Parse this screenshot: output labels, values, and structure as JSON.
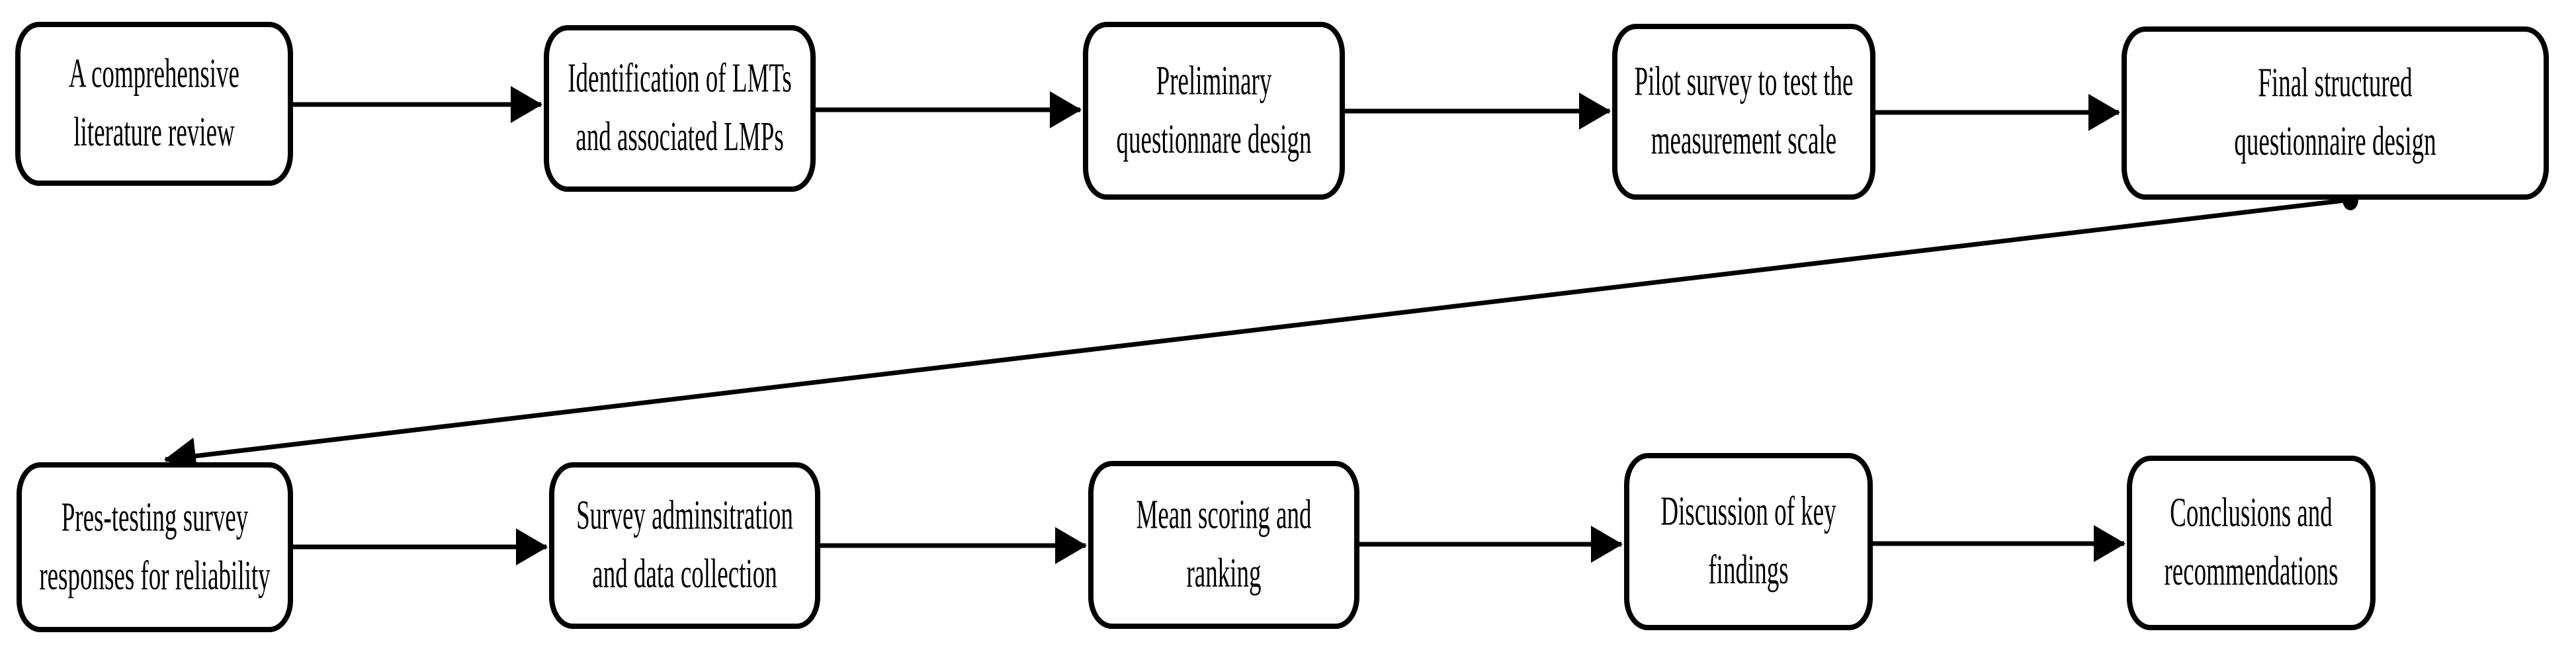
{
  "diagram": {
    "type": "flowchart",
    "background_color": "#ffffff",
    "stroke_color": "#000000",
    "node_fill_color": "#ffffff",
    "nodes": [
      {
        "id": "literature-review",
        "row": 1,
        "label": "A comprehensive\nliterature review"
      },
      {
        "id": "identification-lmts",
        "row": 1,
        "label": "Identification of LMTs\nand associated LMPs"
      },
      {
        "id": "preliminary-questionnaire",
        "row": 1,
        "label": "Preliminary\nquestionnare design"
      },
      {
        "id": "pilot-survey",
        "row": 1,
        "label": "Pilot survey to test the\nmeasurement scale"
      },
      {
        "id": "final-questionnaire",
        "row": 1,
        "label": "Final structured\nquestionnaire design"
      },
      {
        "id": "pretesting-reliability",
        "row": 2,
        "label": "Pres-testing survey\nresponses for reliability"
      },
      {
        "id": "survey-administration",
        "row": 2,
        "label": "Survey adminsitration\nand data collection"
      },
      {
        "id": "mean-scoring",
        "row": 2,
        "label": "Mean scoring and\nranking"
      },
      {
        "id": "discussion-findings",
        "row": 2,
        "label": "Discussion of key\nfindings"
      },
      {
        "id": "conclusions",
        "row": 2,
        "label": "Conclusions and\nrecommendations"
      }
    ],
    "edges": [
      {
        "from": "literature-review",
        "to": "identification-lmts",
        "style": "horizontal-arrow"
      },
      {
        "from": "identification-lmts",
        "to": "preliminary-questionnaire",
        "style": "horizontal-arrow"
      },
      {
        "from": "preliminary-questionnaire",
        "to": "pilot-survey",
        "style": "horizontal-arrow"
      },
      {
        "from": "pilot-survey",
        "to": "final-questionnaire",
        "style": "horizontal-arrow"
      },
      {
        "from": "final-questionnaire",
        "to": "pretesting-reliability",
        "style": "diagonal-arrow-with-junction-dot"
      },
      {
        "from": "pretesting-reliability",
        "to": "survey-administration",
        "style": "horizontal-arrow"
      },
      {
        "from": "survey-administration",
        "to": "mean-scoring",
        "style": "horizontal-arrow"
      },
      {
        "from": "mean-scoring",
        "to": "discussion-findings",
        "style": "horizontal-arrow"
      },
      {
        "from": "discussion-findings",
        "to": "conclusions",
        "style": "horizontal-arrow"
      }
    ]
  }
}
